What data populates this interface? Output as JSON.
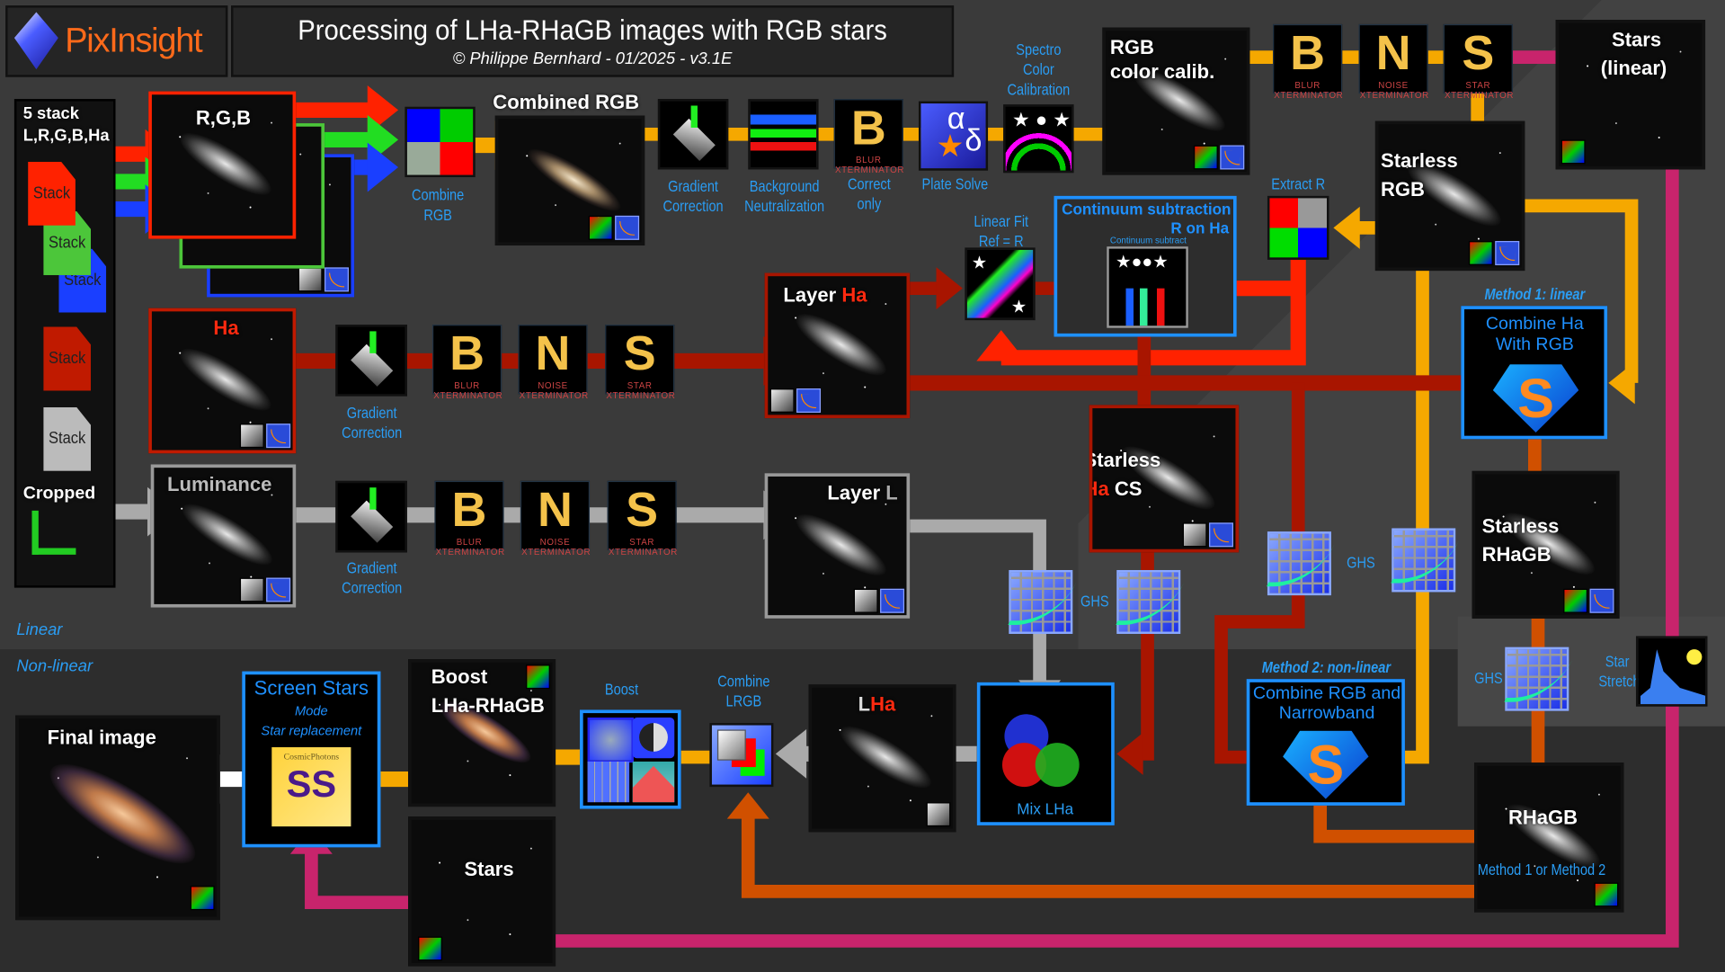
{
  "header": {
    "logo": "PixInsight",
    "title": "Processing of LHa-RHaGB images with RGB stars",
    "subtitle": "© Philippe Bernhard - 01/2025 - v3.1E"
  },
  "inputs": {
    "title1": "5 stack",
    "title2": "L,R,G,B,Ha",
    "stack": "Stack",
    "cropped": "Cropped"
  },
  "images": {
    "rgb": "R,G,B",
    "combined_rgb": "Combined RGB",
    "rgb_calib_1": "RGB",
    "rgb_calib_2": "color calib.",
    "stars_linear_1": "Stars",
    "stars_linear_2": "(linear)",
    "starless_rgb_1": "Starless",
    "starless_rgb_2": "RGB",
    "ha": "Ha",
    "layer_ha_1": "Layer ",
    "layer_ha_2": "Ha",
    "luminance": "Luminance",
    "layer_l_1": "Layer ",
    "layer_l_2": "L",
    "starless_ha_1": "Starless",
    "starless_ha_2": "Ha",
    "starless_ha_3": " CS",
    "starless_rhagb_1": "Starless",
    "starless_rhagb_2": "RHaGB",
    "rhagb": "RHaGB",
    "rhagb_note": "Method 1 or Method 2",
    "lha_1": "L",
    "lha_2": "Ha",
    "boost_1": "Boost",
    "boost_2": "LHa-RHaGB",
    "stars": "Stars",
    "final": "Final image"
  },
  "processes": {
    "combine_rgb": "Combine RGB",
    "gradient_correction": "Gradient Correction",
    "background_neutralization": "Background Neutralization",
    "correct_only": "Correct only",
    "plate_solve": "Plate Solve",
    "spectro": "Spectro Color Calibration",
    "extract_r": "Extract R",
    "linear_fit": "Linear Fit Ref = R",
    "continuum_title_1": "Continuum  subtraction",
    "continuum_title_2": "R on Ha",
    "continuum_icon": "Continuum subtract",
    "method1_label": "Method 1: linear",
    "method1_title": "Combine Ha With RGB",
    "method2_label": "Method 2: non-linear",
    "method2_title": "Combine RGB and Narrowband",
    "ghs": "GHS",
    "star_stretch": "Star Stretch",
    "mix_lha": "Mix LHa",
    "combine_lrgb": "Combine LRGB",
    "boost": "Boost",
    "screen_stars": "Screen Stars",
    "mode": "Mode",
    "star_replacement": "Star replacement",
    "cosmic": "CosmicPhotons",
    "ss": "SS"
  },
  "xterminator": {
    "b": "B",
    "n": "N",
    "s": "S",
    "b_sub": "BLUR XTERMINATOR",
    "n_sub": "NOISE XTERMINATOR",
    "s_sub": "STAR XTERMINATOR"
  },
  "sections": {
    "linear": "Linear",
    "nonlinear": "Non-linear"
  },
  "colors": {
    "accent": "#1e90ff",
    "red": "#ff2200",
    "green": "#22dd22",
    "blue": "#1a3fff",
    "orange": "#f5a800",
    "dark_red": "#a81500",
    "gray": "#aaaaaa",
    "pink": "#c8246c",
    "burnt": "#d05000"
  }
}
